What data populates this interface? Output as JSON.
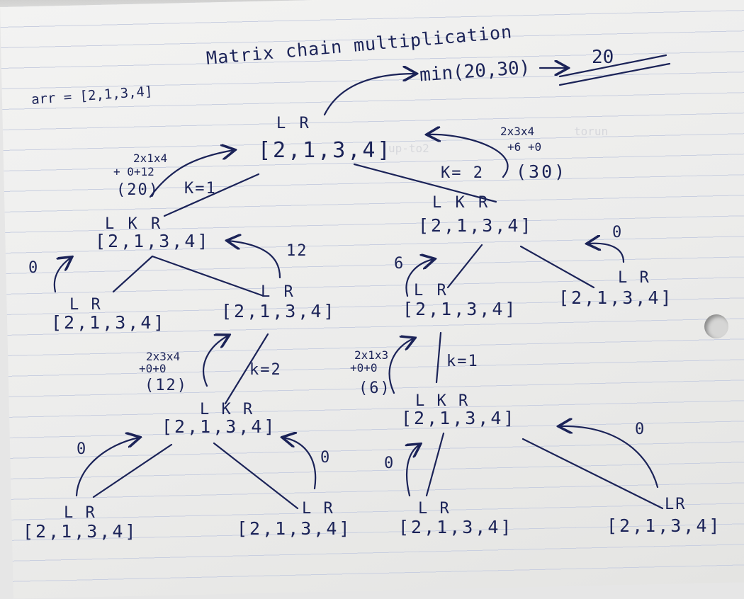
{
  "notes": {
    "title": "Matrix chain multiplication",
    "arr": "arr = [2,1,3,4]",
    "min_expr": "min(20,30)",
    "result": "20",
    "root": {
      "labels": "L        R",
      "array": "[2,1,3,4]"
    },
    "left_calc": {
      "line1": "2x1x4",
      "line2": "+ 0+12",
      "line3": "(20)",
      "k": "K=1"
    },
    "right_calc": {
      "line1": "2x3x4",
      "line2": "+6 +0",
      "line3": "(30)",
      "k": "K= 2"
    },
    "faded_text": {
      "a": "up-to2",
      "b": "torun"
    },
    "l1_left": {
      "labels": "L K    R",
      "array": "[2,1,3,4]"
    },
    "l1_right": {
      "labels": "L   K R",
      "array": "[2,1,3,4]"
    },
    "l2_a": {
      "labels": "L R",
      "array": "[2,1,3,4]"
    },
    "l2_b": {
      "labels": "L R",
      "array": "[2,1,3,4]"
    },
    "l2_c": {
      "labels": "L   R",
      "array": "[2,1,3,4]"
    },
    "l2_d": {
      "labels": "L R",
      "array": "[2,1,3,4]"
    },
    "l2b_calc": {
      "line1": "2x3x4",
      "line2": "+0+0",
      "line3": "(12)",
      "k": "k=2"
    },
    "l2c_calc": {
      "line1": "2x1x3",
      "line2": "+0+0",
      "line3": "(6)",
      "k": "k=1"
    },
    "l3_a": {
      "labels": "L K R",
      "array": "[2,1,3,4]"
    },
    "l3_b": {
      "labels": "L K R",
      "array": "[2,1,3,4]"
    },
    "l4_a": {
      "labels": "L R",
      "array": "[2,1,3,4]"
    },
    "l4_b": {
      "labels": "L R",
      "array": "[2,1,3,4]"
    },
    "l4_c": {
      "labels": "L R",
      "array": "[2,1,3,4]"
    },
    "l4_d": {
      "labels": "LR",
      "array": "[2,1,3,4]"
    },
    "costs": {
      "c_l2a": "0",
      "c_l2b": "12",
      "c_l2c": "6",
      "c_l2d": "0",
      "c_l4a": "0",
      "c_l4b": "0",
      "c_l4c": "0",
      "c_l4d": "0"
    }
  }
}
